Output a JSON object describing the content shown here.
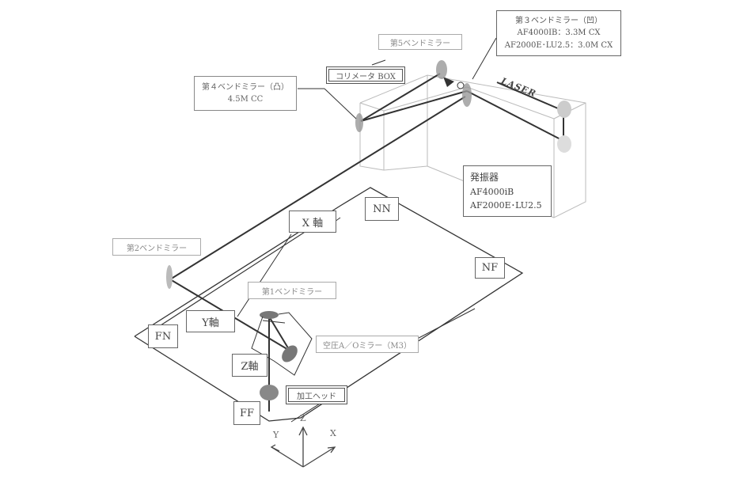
{
  "diagram": {
    "title": "Laser beam path diagram",
    "labels": {
      "bend_mirror_3": {
        "line1": "第３ベンドミラー（凹）",
        "line2": "AF4000IB：3.3M CX",
        "line3": "AF2000E･LU2.5：3.0M CX"
      },
      "bend_mirror_5": "第5ベンドミラー",
      "bend_mirror_4": {
        "line1": "第４ベンドミラー（凸）",
        "line2": "4.5M CC"
      },
      "collimator_box": "コリメータ BOX",
      "oscillator": {
        "line1": "発振器",
        "line2": "AF4000iB",
        "line3": "AF2000E･LU2.5"
      },
      "laser": "LASER",
      "x_axis": "X 軸",
      "y_axis": "Y軸",
      "z_axis": "Z軸",
      "nn": "NN",
      "nf": "NF",
      "fn": "FN",
      "ff": "FF",
      "bend_mirror_2": "第2ベンドミラー",
      "bend_mirror_1": "第1ベンドミラー",
      "ao_mirror": "空圧A／Oミラー（M3）",
      "processing_head": "加工ヘッド"
    },
    "coordinate_axes": {
      "z": "Z",
      "y": "Y",
      "x": "X"
    }
  }
}
